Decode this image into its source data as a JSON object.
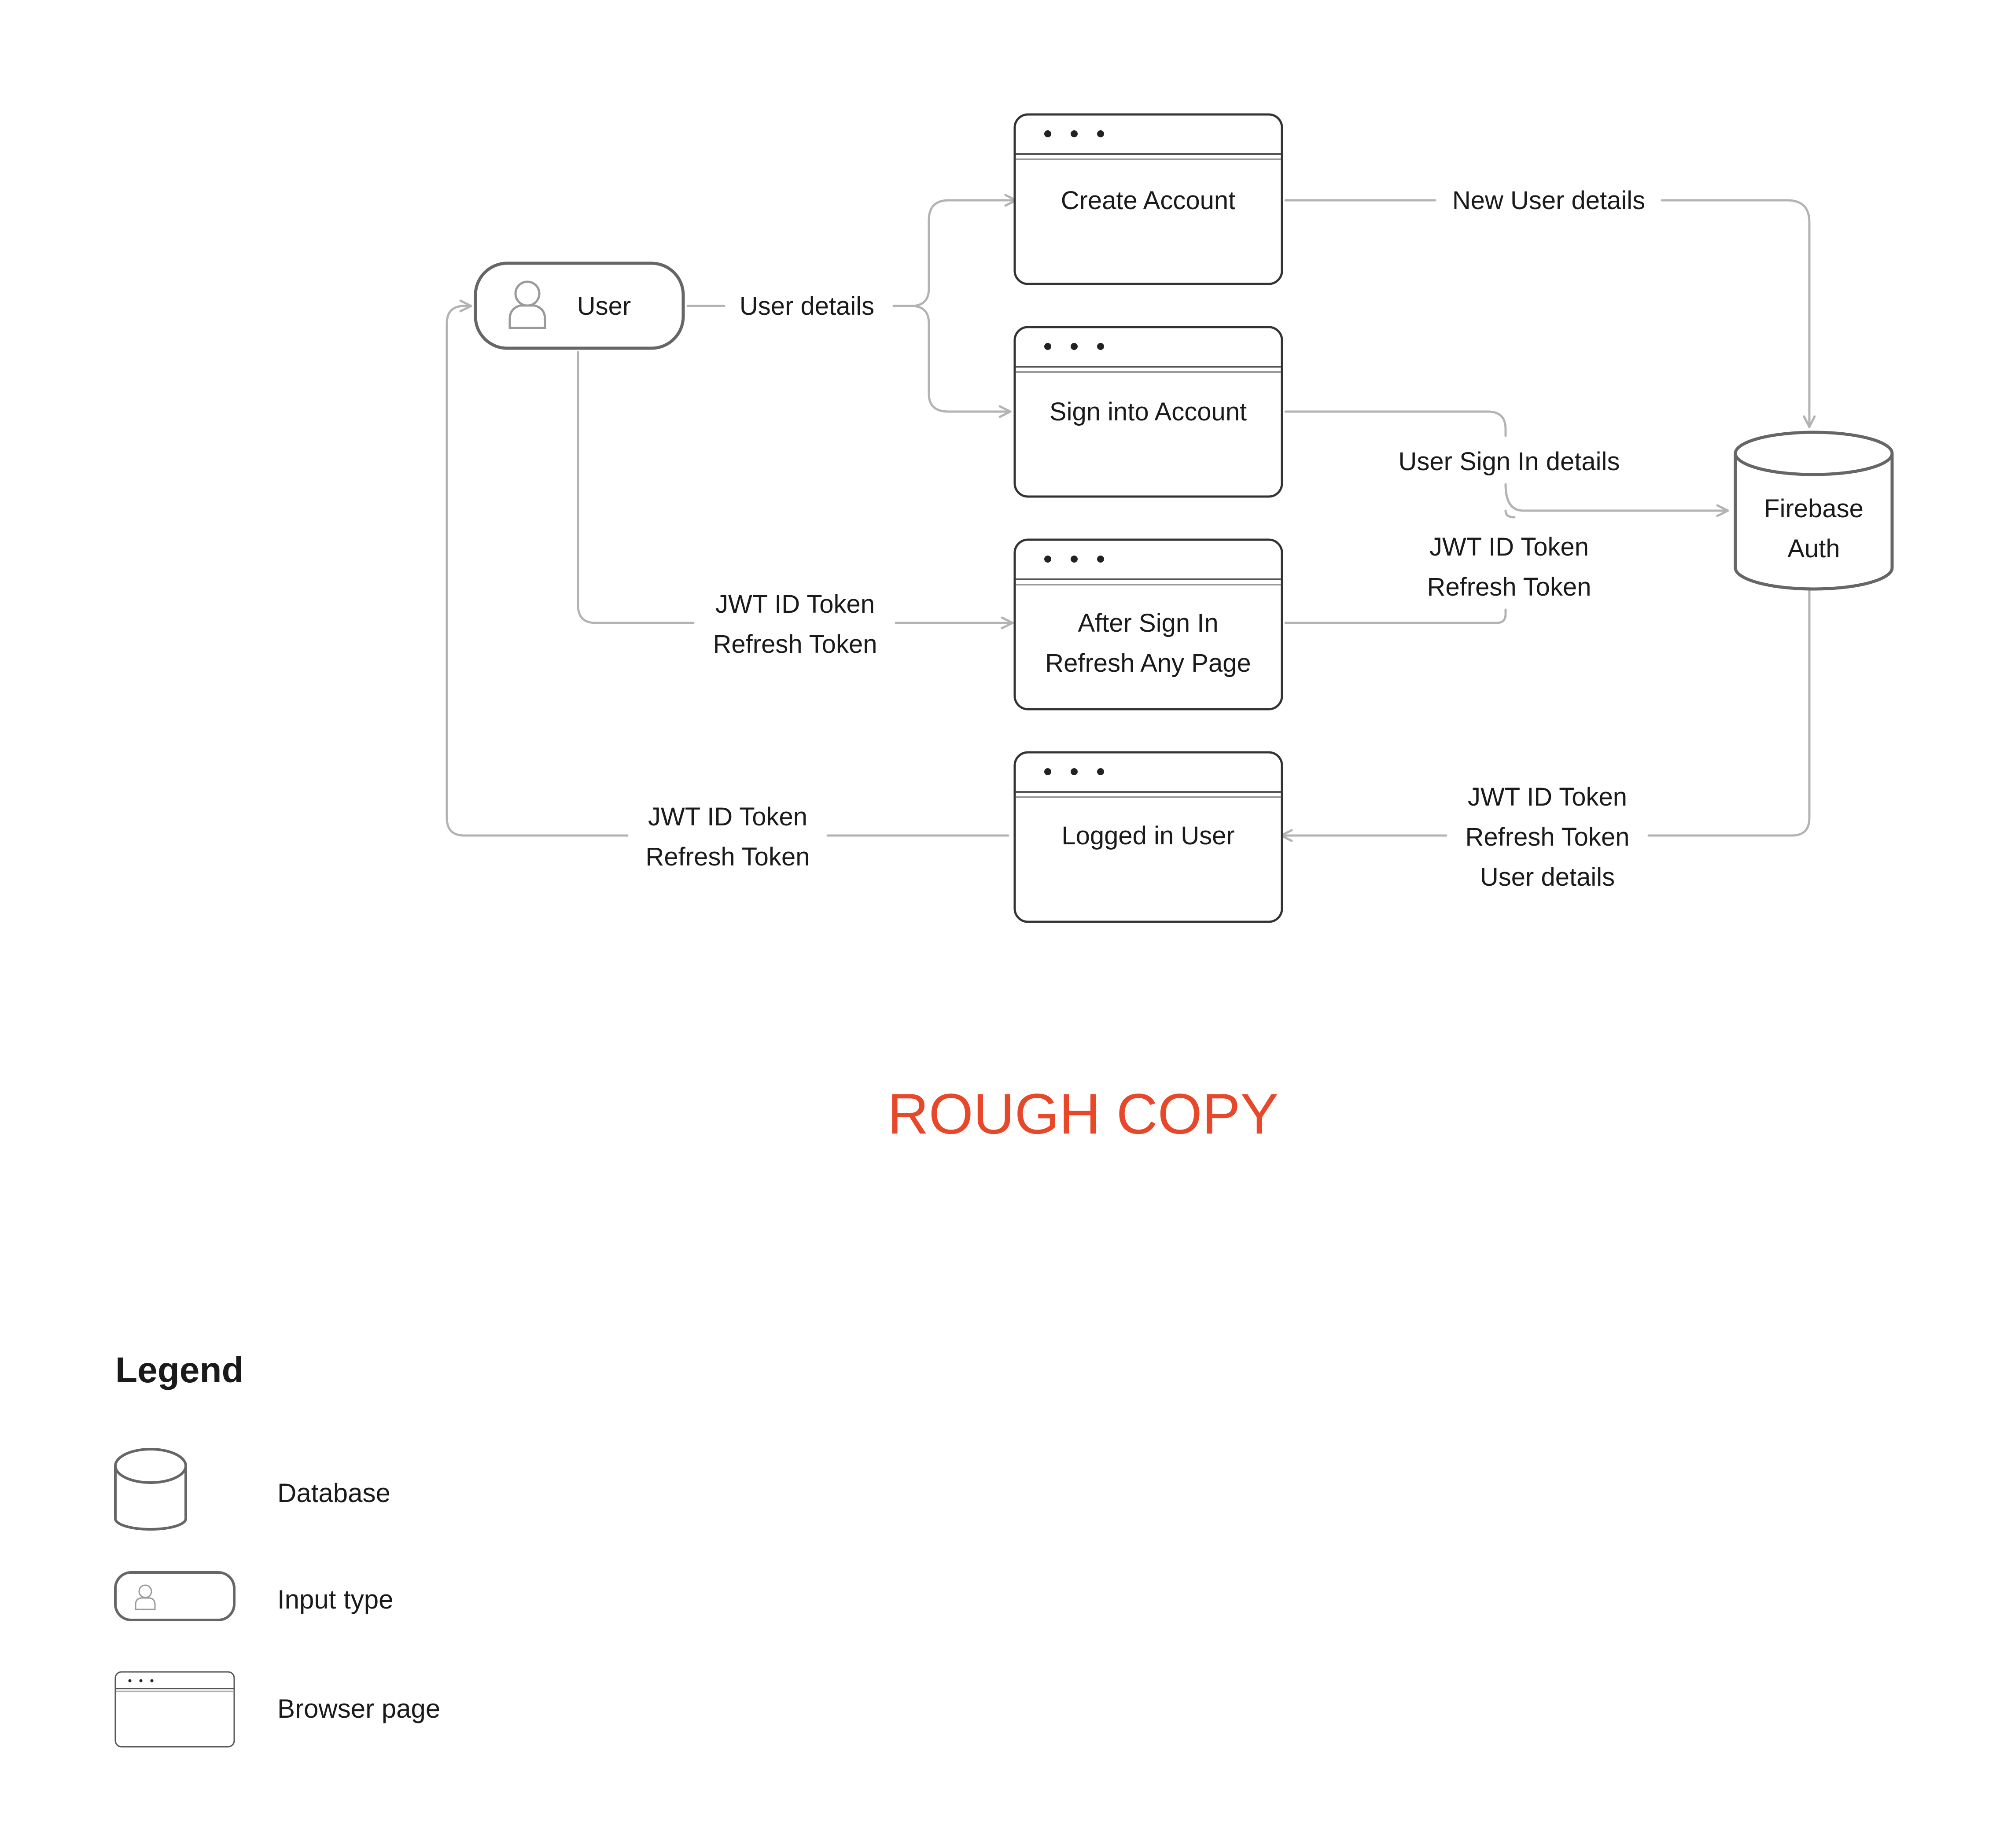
{
  "nodes": {
    "user": "User",
    "create_account": "Create Account",
    "sign_into_account": "Sign into Account",
    "after_sign_in_line1": "After Sign In",
    "after_sign_in_line2": "Refresh Any Page",
    "logged_in_user": "Logged in User",
    "firebase_line1": "Firebase",
    "firebase_line2": "Auth"
  },
  "edges": {
    "user_details": "User details",
    "new_user_details": "New User details",
    "user_sign_in_details": "User Sign In details",
    "jwt_id_token": "JWT ID Token",
    "refresh_token": "Refresh Token",
    "user_details_lower": "User details"
  },
  "watermark": "ROUGH COPY",
  "legend": {
    "title": "Legend",
    "items": [
      {
        "label": "Database",
        "icon": "database-icon"
      },
      {
        "label": "Input type",
        "icon": "input-type-icon"
      },
      {
        "label": "Browser page",
        "icon": "browser-page-icon"
      }
    ]
  },
  "colors": {
    "line": "#b3b3b3",
    "box_stroke": "#333333",
    "watermark": "#e8472a"
  }
}
